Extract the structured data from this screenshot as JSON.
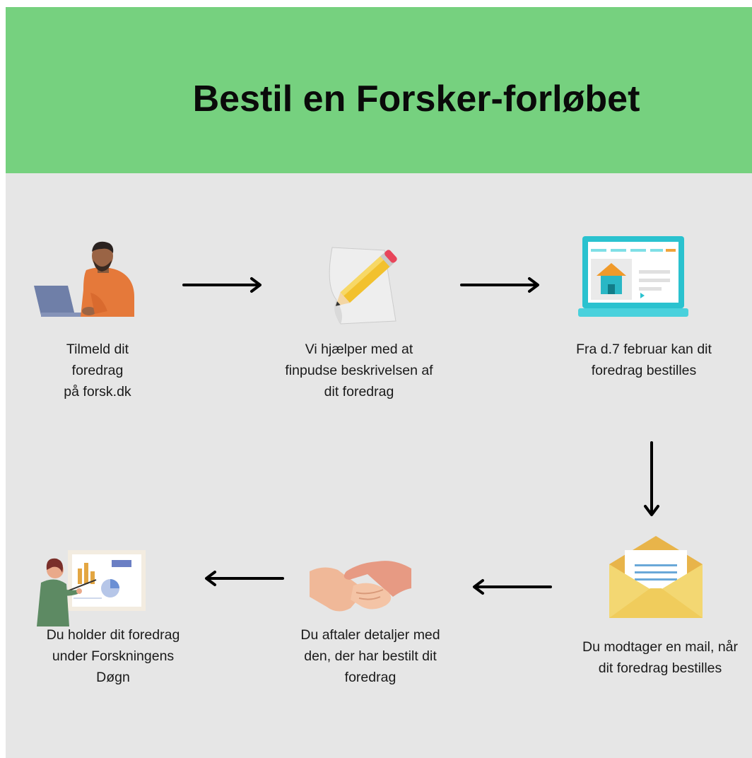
{
  "title": "Bestil en Forsker-forløbet",
  "steps": [
    {
      "icon": "person-laptop-icon",
      "text": "Tilmeld dit\nforedrag\npå forsk.dk"
    },
    {
      "icon": "pencil-paper-icon",
      "text": "Vi hjælper med at\nfinpudse beskrivelsen af\ndit foredrag"
    },
    {
      "icon": "website-laptop-icon",
      "text": "Fra d.7 februar kan dit\nforedrag bestilles"
    },
    {
      "icon": "envelope-icon",
      "text": "Du modtager en mail, når\ndit foredrag bestilles"
    },
    {
      "icon": "handshake-icon",
      "text": "Du aftaler detaljer med\nden, der har bestilt dit\nforedrag"
    },
    {
      "icon": "presenter-icon",
      "text": "Du holder dit foredrag\nunder Forskningens\nDøgn"
    }
  ]
}
